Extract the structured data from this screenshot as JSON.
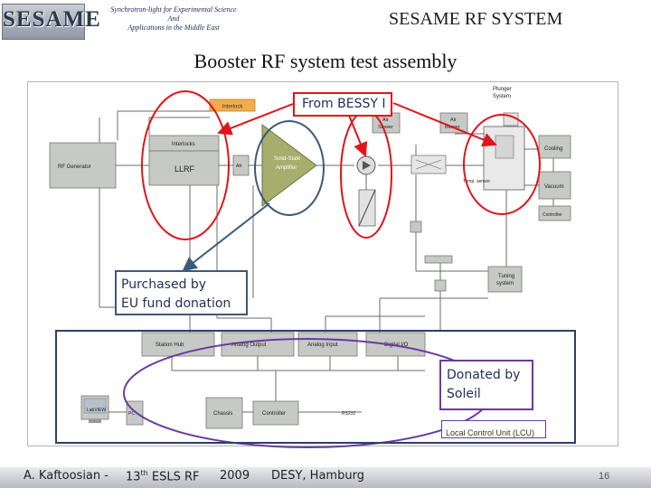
{
  "header": {
    "logo_text": "SESAME",
    "tagline_line1": "Synchrotron-light for Experimental Science",
    "tagline_line2": "And",
    "tagline_line3": "Applications in the Middle East",
    "title": "SESAME RF SYSTEM"
  },
  "slide": {
    "title": "Booster RF system test assembly"
  },
  "diagram": {
    "blocks": {
      "interlock_box": "Interlock",
      "rf_generator": "RF Generator",
      "interlocks": "Interlocks",
      "llrf": "LLRF",
      "att": "Att",
      "ssa_line1": "Solid-State",
      "ssa_line2": "Amplifier",
      "air_slower_1": "Air",
      "air_slower_2": "Slower",
      "air_blower_1": "Air",
      "air_blower_2": "Blower",
      "plunger_1": "Plunger",
      "plunger_2": "System",
      "cooling": "Cooling",
      "vacuum": "Vacuum",
      "controller_right": "Controller",
      "temp_sensor": "Temp. sensor",
      "tuning_1": "Tuning",
      "tuning_2": "system",
      "station_hub": "Station Hub",
      "analog_output": "Analog Output",
      "analog_input": "Analog Input",
      "digital_io": "Digital I/O",
      "labview": "LabVIEW",
      "pc": "PC",
      "chassis": "Chassis",
      "controller": "Controller",
      "rs232": "RS232"
    },
    "callouts": {
      "bessy": "From BESSY I",
      "eu_line1": "Purchased by",
      "eu_line2": "EU fund donation",
      "soleil_line1": "Donated by",
      "soleil_line2": "Soleil",
      "lcu": "Local Control Unit (LCU)"
    },
    "colors": {
      "red_highlight": "#e0141a",
      "blue_highlight": "#3c5a7a",
      "purple_highlight": "#6a3aa0",
      "navy_box": "#2b3f6b",
      "ssa_fill": "#a7ad6c",
      "grey_block": "#c7c9c6"
    }
  },
  "footer": {
    "author": "A. Kaftoosian -",
    "event_prefix": "13",
    "event_sup": "th",
    "event_suffix": " ESLS RF",
    "year": "2009",
    "location": "DESY, Hamburg",
    "page_number": "16"
  }
}
